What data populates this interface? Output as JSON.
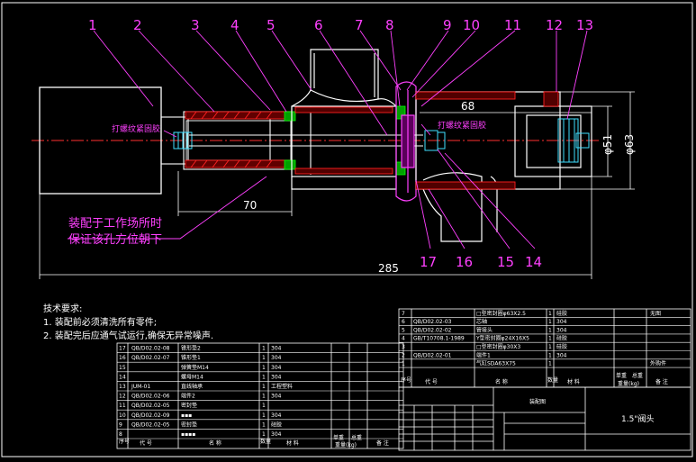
{
  "balloons": [
    "1",
    "2",
    "3",
    "4",
    "5",
    "6",
    "7",
    "8",
    "9",
    "10",
    "11",
    "12",
    "13",
    "17",
    "16",
    "15",
    "14"
  ],
  "callouts": {
    "glue_left": "打螺纹紧固胶",
    "glue_right": "打螺纹紧固胶",
    "assembly_note_line1": "装配于工作场所时",
    "assembly_note_line2": "保证该孔方位朝下"
  },
  "dimensions": {
    "d70": "70",
    "d285": "285",
    "d68": "68",
    "d51": "φ51",
    "d63": "φ63"
  },
  "tech_requirements": {
    "title": "技术要求:",
    "items": [
      "1. 装配前必须清洗所有零件;",
      "2. 装配完后应通气试运行,确保无异常噪声."
    ]
  },
  "bom_left": {
    "rows": [
      {
        "no": "17",
        "code": "QB/D02.02-08",
        "name": "锥形垫2",
        "qty": "1",
        "mat": "304"
      },
      {
        "no": "16",
        "code": "QB/D02.02-07",
        "name": "锥形垫1",
        "qty": "1",
        "mat": "304"
      },
      {
        "no": "15",
        "code": "",
        "name": "弹簧垫M14",
        "qty": "1",
        "mat": "304"
      },
      {
        "no": "14",
        "code": "",
        "name": "螺母M14",
        "qty": "1",
        "mat": "304"
      },
      {
        "no": "13",
        "code": "JUM-01",
        "name": "直线轴承",
        "qty": "1",
        "mat": "工程塑料"
      },
      {
        "no": "12",
        "code": "QB/D02.02-06",
        "name": "端件2",
        "qty": "1",
        "mat": "304"
      },
      {
        "no": "11",
        "code": "QB/D02.02-05",
        "name": "密封垫",
        "qty": "1",
        "mat": ""
      },
      {
        "no": "10",
        "code": "QB/D02.02-09",
        "name": "▪▪▪",
        "qty": "1",
        "mat": "304"
      },
      {
        "no": "9",
        "code": "QB/D02.02-05",
        "name": "密封垫",
        "qty": "1",
        "mat": "硅胶"
      },
      {
        "no": "8",
        "code": "",
        "name": "▪▪▪▪",
        "qty": "1",
        "mat": "304"
      }
    ],
    "header": {
      "no": "序号",
      "code": "代   号",
      "name": "名   称",
      "qty": "数量",
      "mat": "材    料",
      "unit_w": "单重",
      "total_w": "总重",
      "weight": "重量(kg)",
      "remark": "备  注"
    }
  },
  "bom_right": {
    "rows": [
      {
        "no": "7",
        "code": "",
        "name": "□型密封圈φ63X2.5",
        "qty": "1",
        "mat": "硅胶",
        "remark": "无图"
      },
      {
        "no": "6",
        "code": "QB/D02.02-03",
        "name": "芯轴",
        "qty": "1",
        "mat": "304",
        "remark": ""
      },
      {
        "no": "5",
        "code": "QB/D02.02-02",
        "name": "管接头",
        "qty": "1",
        "mat": "304",
        "remark": ""
      },
      {
        "no": "4",
        "code": "GB/T10708.1-1989",
        "name": "Y型密封圈φ24X16X5",
        "qty": "1",
        "mat": "硅胶",
        "remark": ""
      },
      {
        "no": "3",
        "code": "",
        "name": "□型密封圈φ30X3",
        "qty": "1",
        "mat": "硅胶",
        "remark": ""
      },
      {
        "no": "2",
        "code": "QB/D02.02-01",
        "name": "端件1",
        "qty": "1",
        "mat": "304",
        "remark": ""
      },
      {
        "no": "1",
        "code": "",
        "name": "气缸SDA63X75",
        "qty": "1",
        "mat": "",
        "remark": "外购件"
      }
    ],
    "header": {
      "no": "序号",
      "code": "代   号",
      "name": "名   称",
      "qty": "数量",
      "mat": "材    料",
      "unit_w": "单重",
      "total_w": "总重",
      "weight": "重量(kg)",
      "remark": "备  注"
    }
  },
  "title_block": {
    "small_title": "装配图",
    "part_title": "1.5\"阀头"
  }
}
